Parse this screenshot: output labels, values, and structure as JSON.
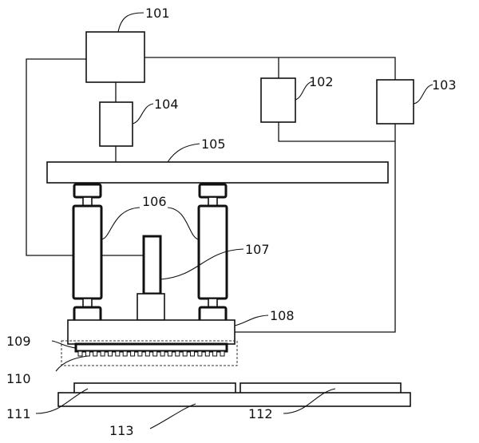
{
  "labels": {
    "l101": "101",
    "l102": "102",
    "l103": "103",
    "l104": "104",
    "l105": "105",
    "l106": "106",
    "l107": "107",
    "l108": "108",
    "l109": "109",
    "l110": "110",
    "l111": "111",
    "l112": "112",
    "l113": "113"
  },
  "colors": {
    "line": "#111111",
    "background": "#ffffff"
  },
  "structure": {
    "nozzle_count": 20
  }
}
